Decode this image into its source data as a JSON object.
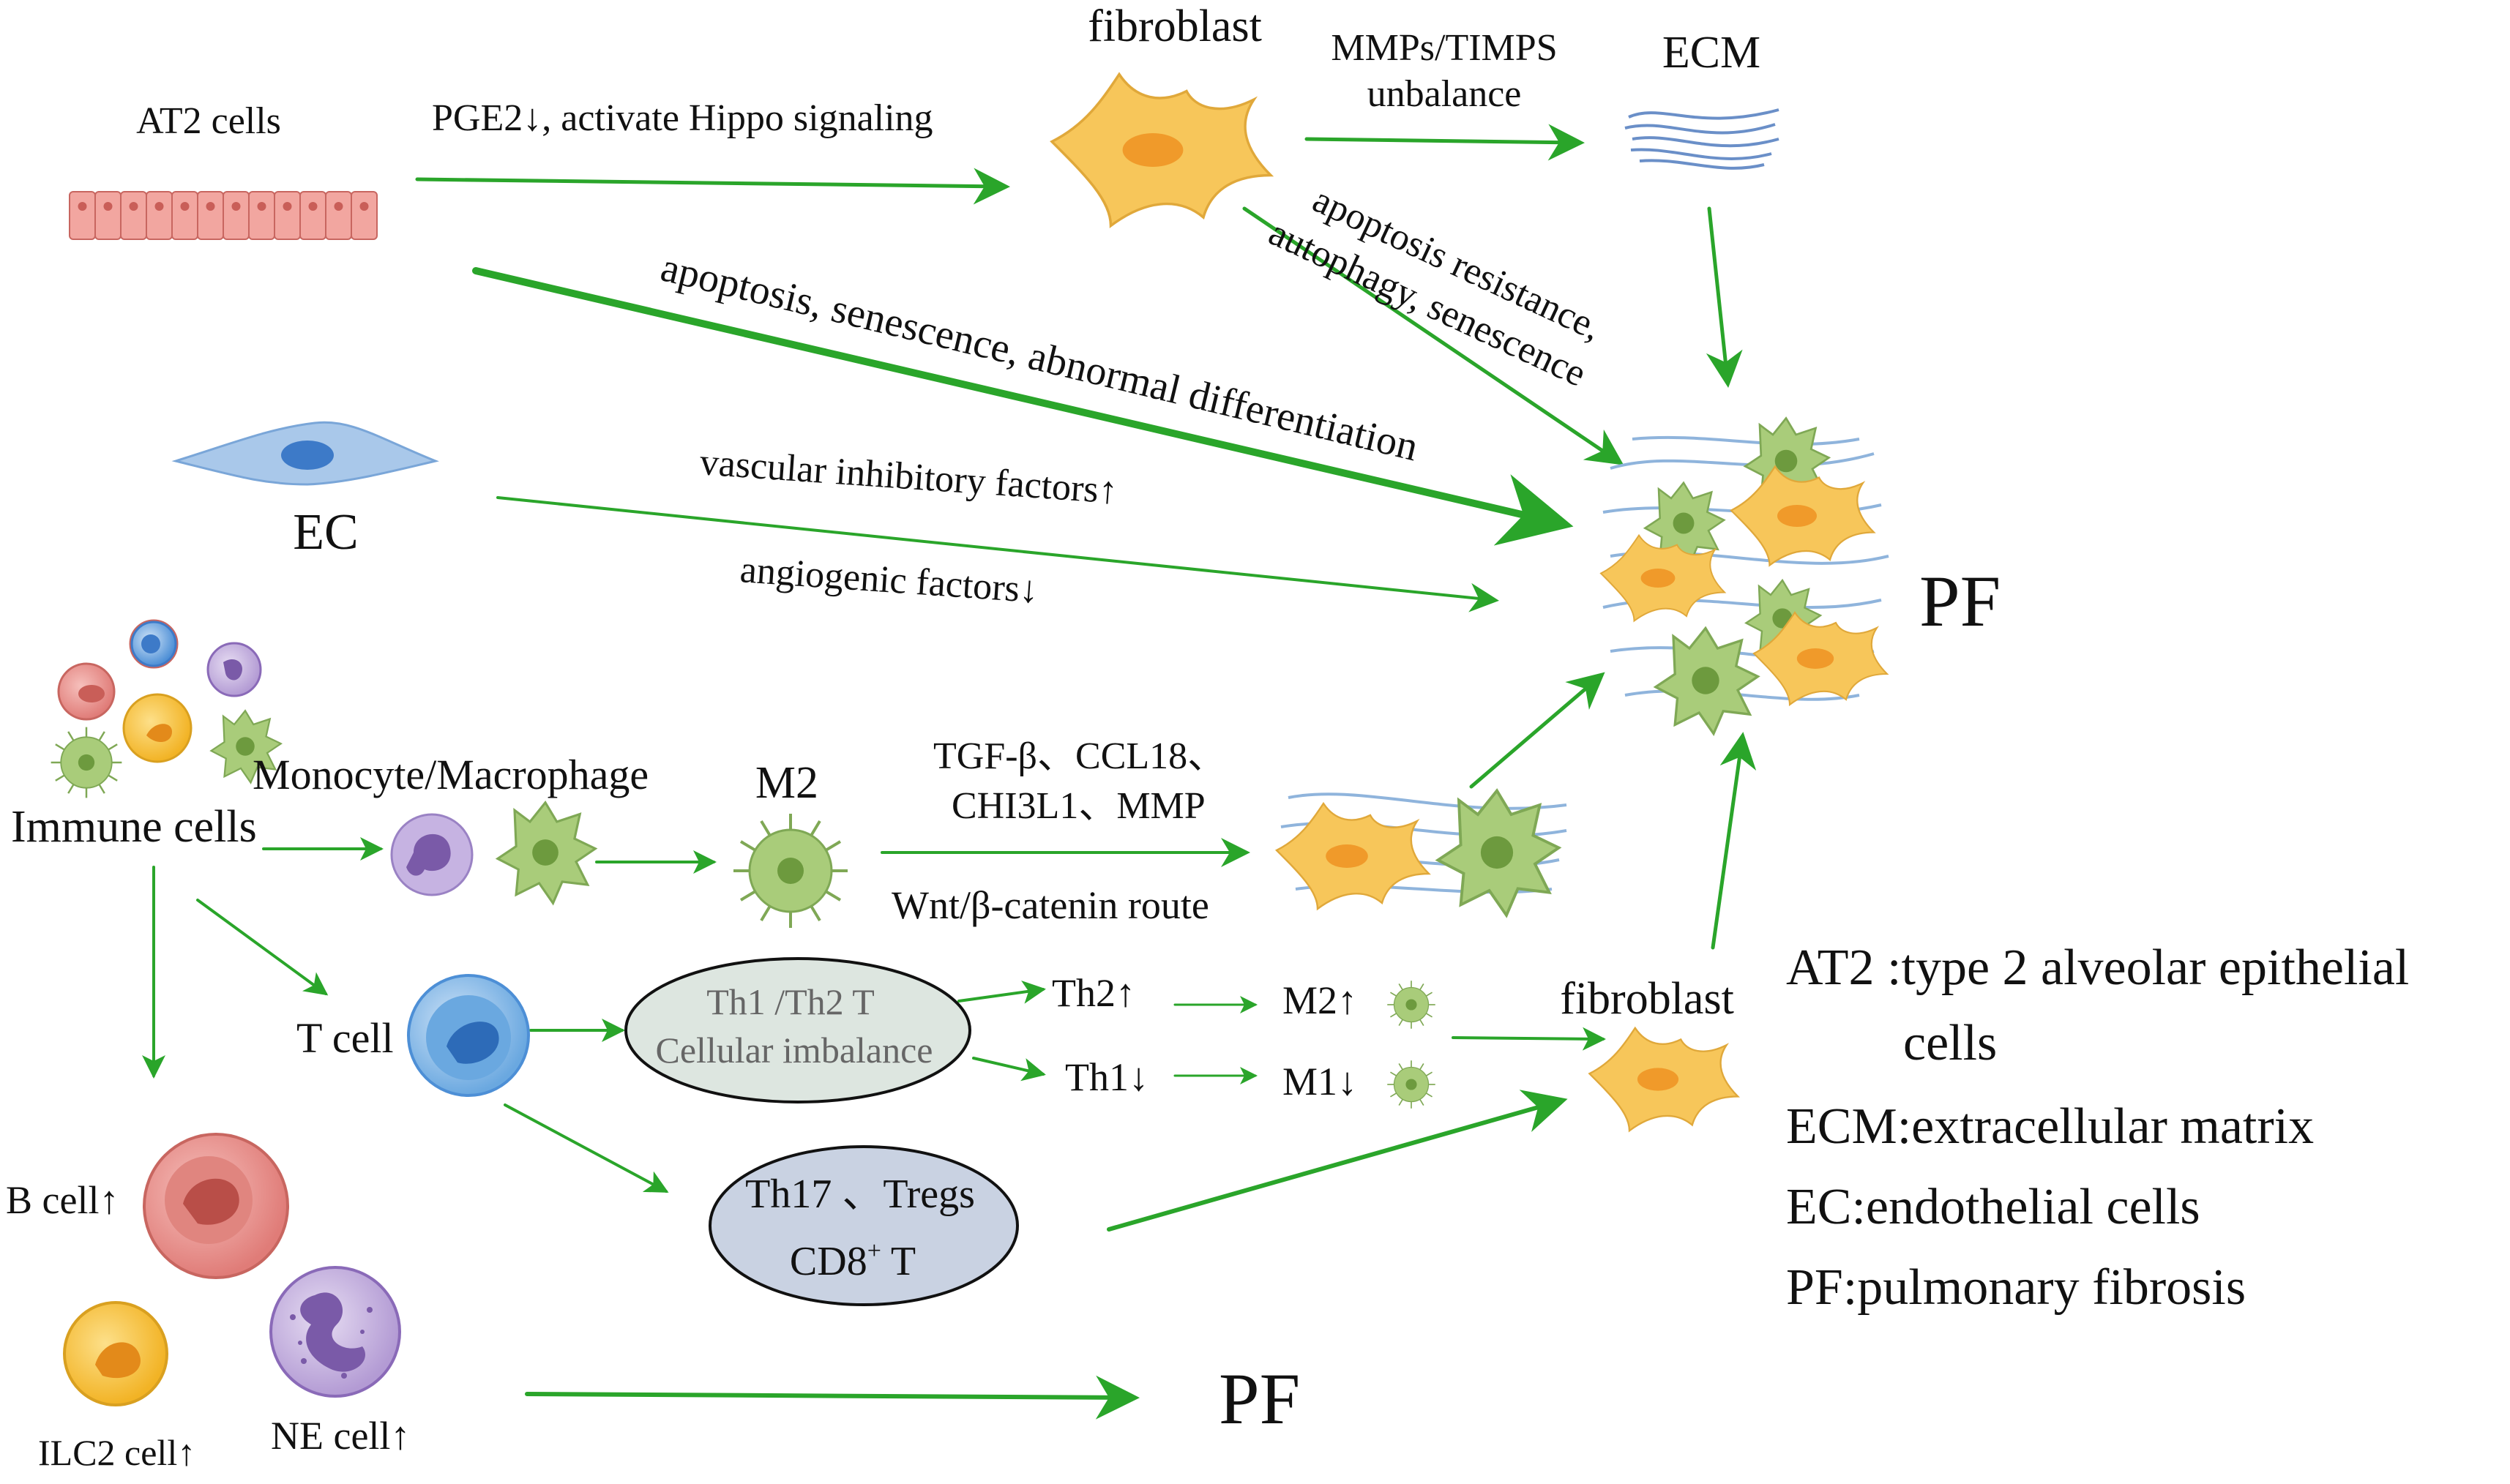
{
  "labels": {
    "at2_cells": "AT2 cells",
    "pge2": "PGE2↓, activate Hippo signaling",
    "fibroblast_top": "fibroblast",
    "mmps_line1": "MMPs/TIMPS",
    "mmps_line2": "unbalance",
    "ecm": "ECM",
    "apoptosis_resist_line1": "apoptosis resistance,",
    "apoptosis_resist_line2": "autophagy, senescence",
    "apoptosis_main": "apoptosis, senescence, abnormal differentiation",
    "ec": "EC",
    "vascular_inhibitory": "vascular inhibitory factors↑",
    "angiogenic": "angiogenic factors↓",
    "pf_main": "PF",
    "monocyte_macrophage": "Monocyte/Macrophage",
    "immune_cells": "Immune cells",
    "m2_top": "M2",
    "tgf_line1": "TGF-β、CCL18、",
    "tgf_line2": "CHI3L1、MMP",
    "wnt": "Wnt/β-catenin  route",
    "t_cell": "T cell",
    "th1th2_line1": "Th1 /Th2  T",
    "th1th2_line2": "Cellular imbalance",
    "th2_up": "Th2↑",
    "th1_down": "Th1↓",
    "m2_up": "M2↑",
    "m1_down": "M1↓",
    "fibroblast_bottom": "fibroblast",
    "th17_line1": "Th17 、Tregs",
    "cd8_base": "CD8",
    "cd8_sup": "+",
    "cd8_tail": " T",
    "b_cell": "B cell↑",
    "ilc2_cell": "ILC2 cell↑",
    "ne_cell": "NE cell↑",
    "pf_bottom": "PF"
  },
  "legend": [
    {
      "line1": "AT2 :type 2 alveolar epithelial",
      "line2": "cells"
    },
    {
      "line1": "ECM:extracellular matrix"
    },
    {
      "line1": "EC:endothelial cells"
    },
    {
      "line1": "PF:pulmonary fibrosis"
    }
  ],
  "colors": {
    "arrow": "#2aa52a",
    "fibroblast": "#f7c65a",
    "fibroblast_nucleus": "#f09a2a",
    "epithelium": "#f2a6a0",
    "ec_cell": "#a9c8ea",
    "ec_nucleus": "#3d7ac8",
    "macrophage_green": "#a9cc7a",
    "monocyte_purple": "#a989c9",
    "t_cell_blue": "#6aa8e0",
    "b_cell_red": "#e88a86",
    "ilc2_yellow": "#f6c23a",
    "ne_purple": "#b8a0d8",
    "ellipse1": "#dde6e0",
    "ellipse2": "#c9d2e2",
    "ecm_fiber": "#6a8fc8"
  }
}
